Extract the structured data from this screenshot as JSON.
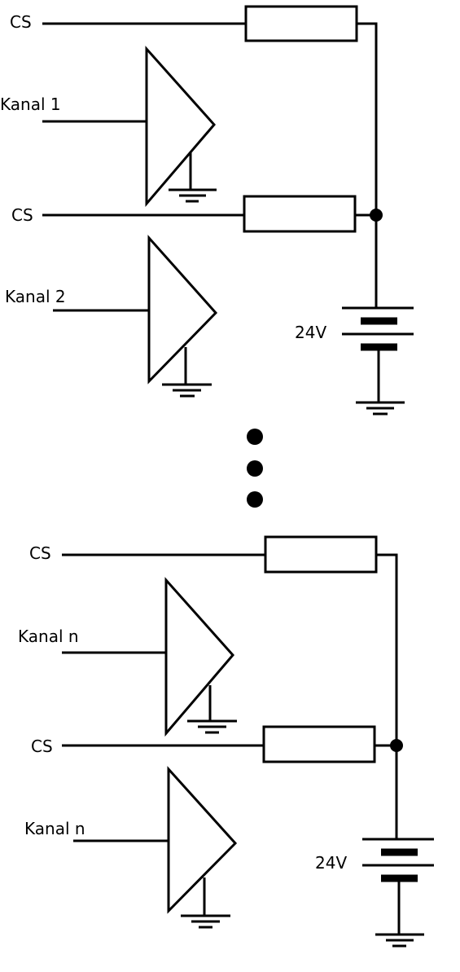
{
  "colors": {
    "ink": "#000000",
    "background": "#ffffff"
  },
  "ellipsis": "•••",
  "groups": [
    {
      "cs_top": "CS",
      "channel_a": "Kanal 1",
      "cs_bottom": "CS",
      "channel_b": "Kanal 2",
      "supply": "24V"
    },
    {
      "cs_top": "CS",
      "channel_a": "Kanal n",
      "cs_bottom": "CS",
      "channel_b": "Kanal n",
      "supply": "24V"
    }
  ]
}
